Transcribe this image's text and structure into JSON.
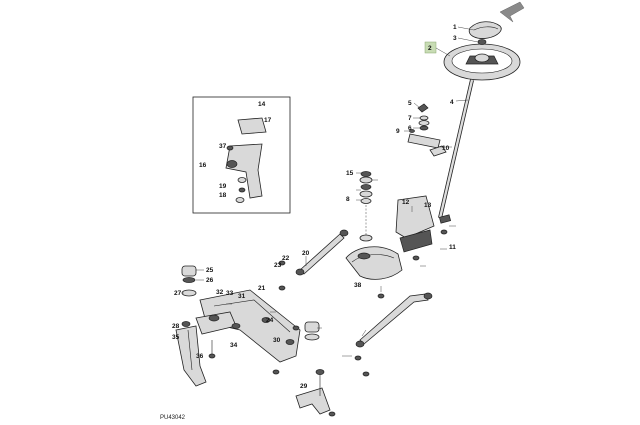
{
  "figure_code": "PU43042",
  "highlighted_callout": "2",
  "colors": {
    "highlight": "#c8dcb4",
    "arrow": "#8a8a8a"
  },
  "icons": [
    "arrow-indicator-icon"
  ],
  "callouts": [
    {
      "id": "c1",
      "text": "1"
    },
    {
      "id": "c2",
      "text": "2"
    },
    {
      "id": "c3",
      "text": "3"
    },
    {
      "id": "c4",
      "text": "4"
    },
    {
      "id": "c5",
      "text": "5"
    },
    {
      "id": "c6",
      "text": "6"
    },
    {
      "id": "c7",
      "text": "7"
    },
    {
      "id": "c8",
      "text": "8"
    },
    {
      "id": "c9",
      "text": "9"
    },
    {
      "id": "c10",
      "text": "10"
    },
    {
      "id": "c11",
      "text": "11"
    },
    {
      "id": "c12",
      "text": "12"
    },
    {
      "id": "c13",
      "text": "13"
    },
    {
      "id": "c14",
      "text": "14"
    },
    {
      "id": "c15",
      "text": "15"
    },
    {
      "id": "c16",
      "text": "16"
    },
    {
      "id": "c17",
      "text": "17"
    },
    {
      "id": "c18",
      "text": "18"
    },
    {
      "id": "c19",
      "text": "19"
    },
    {
      "id": "c20",
      "text": "20"
    },
    {
      "id": "c21",
      "text": "21"
    },
    {
      "id": "c22",
      "text": "22"
    },
    {
      "id": "c23",
      "text": "23"
    },
    {
      "id": "c24",
      "text": "24"
    },
    {
      "id": "c25",
      "text": "25"
    },
    {
      "id": "c26",
      "text": "26"
    },
    {
      "id": "c27",
      "text": "27"
    },
    {
      "id": "c28",
      "text": "28"
    },
    {
      "id": "c29",
      "text": "29"
    },
    {
      "id": "c30",
      "text": "30"
    },
    {
      "id": "c31",
      "text": "31"
    },
    {
      "id": "c32",
      "text": "32"
    },
    {
      "id": "c33",
      "text": "33"
    },
    {
      "id": "c34",
      "text": "34"
    },
    {
      "id": "c35",
      "text": "35"
    },
    {
      "id": "c36",
      "text": "36"
    },
    {
      "id": "c37",
      "text": "37"
    },
    {
      "id": "c38",
      "text": "38"
    }
  ]
}
